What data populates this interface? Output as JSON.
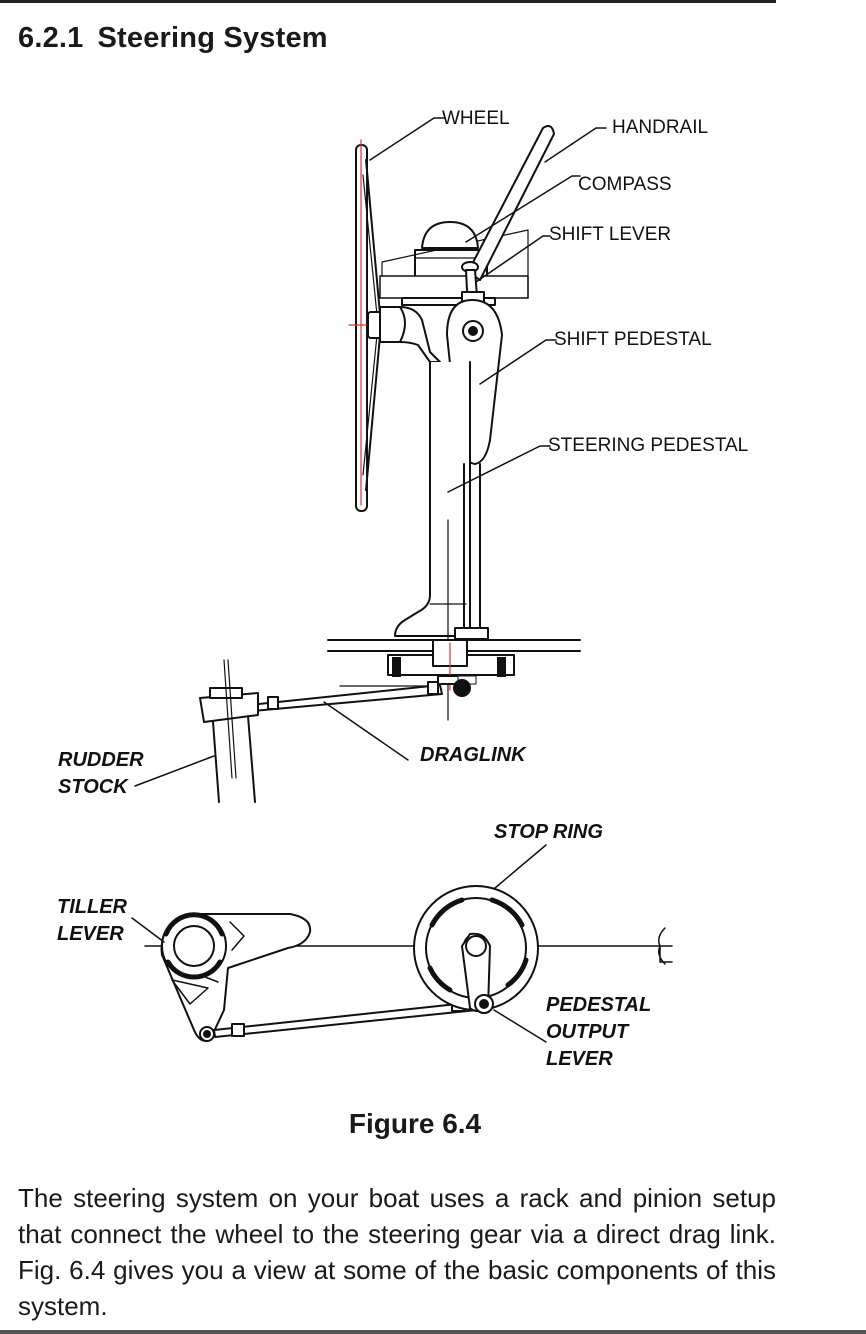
{
  "section": {
    "number": "6.2.1",
    "title": "Steering System"
  },
  "figure": {
    "labels": {
      "wheel": "WHEEL",
      "handrail": "HANDRAIL",
      "compass": "COMPASS",
      "shift_lever": "SHIFT LEVER",
      "shift_pedestal": "SHIFT PEDESTAL",
      "steering_pedestal": "STEERING PEDESTAL",
      "rudder_stock_1": "RUDDER",
      "rudder_stock_2": "STOCK",
      "draglink": "DRAGLINK",
      "stop_ring": "STOP RING",
      "tiller_lever_1": "TILLER",
      "tiller_lever_2": "LEVER",
      "pedestal_output_1": "PEDESTAL",
      "pedestal_output_2": "OUTPUT",
      "pedestal_output_3": "LEVER",
      "centerline": "C"
    },
    "caption": "Figure 6.4"
  },
  "body": {
    "paragraph": "The steering system on your boat uses a rack and pinion setup that connect the wheel to the steering gear via a direct drag link. Fig. 6.4 gives you a view at some of the basic components of this system."
  }
}
